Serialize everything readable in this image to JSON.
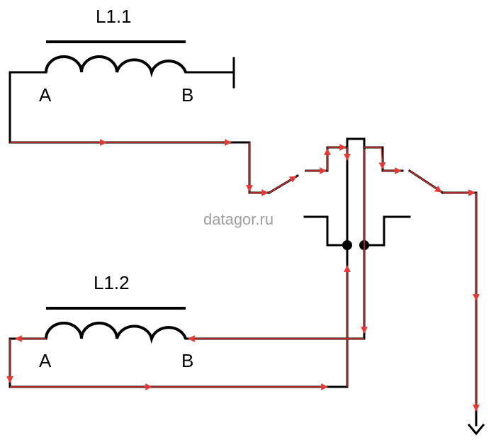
{
  "watermark": "datagor.ru",
  "colors": {
    "wire": "#000000",
    "current_flow": "#e53935",
    "watermark": "#9e9e9e"
  },
  "coil_top": {
    "name": "L1.1",
    "terminal_a": "A",
    "terminal_b": "B"
  },
  "coil_bottom": {
    "name": "L1.2",
    "terminal_a": "A",
    "terminal_b": "B"
  },
  "symbols": [
    "ground-terminal",
    "switch-contact",
    "switch-contact",
    "double-throw-switch",
    "output-arrow"
  ]
}
